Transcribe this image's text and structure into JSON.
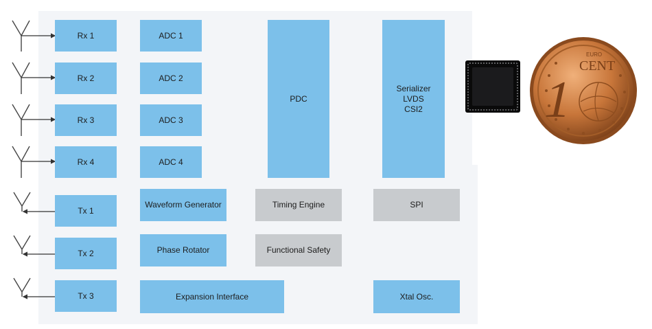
{
  "diagram": {
    "receivers": [
      "Rx 1",
      "Rx 2",
      "Rx 3",
      "Rx 4"
    ],
    "adcs": [
      "ADC 1",
      "ADC 2",
      "ADC 3",
      "ADC 4"
    ],
    "transmitters": [
      "Tx 1",
      "Tx 2",
      "Tx 3"
    ],
    "waveform_generator": "Waveform Generator",
    "phase_rotator": "Phase Rotator",
    "expansion_interface": "Expansion Interface",
    "pdc": "PDC",
    "timing_engine": "Timing Engine",
    "functional_safety": "Functional Safety",
    "serializer_lines": [
      "Serializer",
      "LVDS",
      "CSI2"
    ],
    "spi": "SPI",
    "xtal": "Xtal Osc."
  },
  "colors": {
    "block_blue": "#7cc0ea",
    "block_gray": "#c8cbce",
    "panel": "#f3f5f8",
    "coin_copper": "#c8763a"
  },
  "icons": [
    "antenna-icon",
    "chip-photo",
    "coin-photo"
  ],
  "coin": {
    "top_text": "EURO",
    "cent_text": "CENT",
    "value": "1"
  }
}
